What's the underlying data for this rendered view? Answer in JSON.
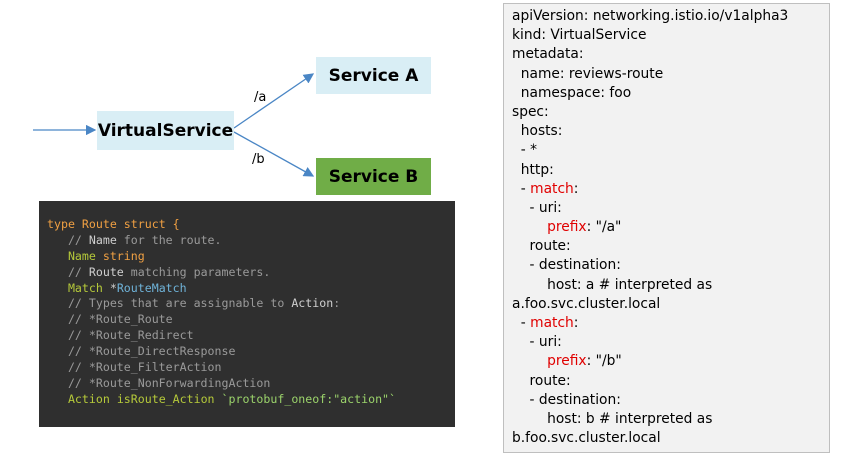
{
  "diagram": {
    "virtual_service": "VirtualService",
    "service_a": "Service A",
    "service_b": "Service B",
    "route_a_label": "/a",
    "route_b_label": "/b",
    "colors": {
      "light_box": "#d9eef5",
      "green_box": "#70ad47",
      "arrow": "#4a86c5"
    }
  },
  "code": {
    "lines": [
      [
        {
          "t": "type ",
          "c": "kw"
        },
        {
          "t": "Route ",
          "c": "ty"
        },
        {
          "t": "struct {",
          "c": "kw"
        }
      ],
      [
        {
          "t": "   // ",
          "c": "cm"
        },
        {
          "t": "Name",
          "c": "tx"
        },
        {
          "t": " for the route.",
          "c": "cm"
        }
      ],
      [
        {
          "t": "   Name ",
          "c": "fd"
        },
        {
          "t": "string",
          "c": "ty"
        }
      ],
      [
        {
          "t": "   // ",
          "c": "cm"
        },
        {
          "t": "Route",
          "c": "tx"
        },
        {
          "t": " matching parameters.",
          "c": "cm"
        }
      ],
      [
        {
          "t": "   Match ",
          "c": "fd"
        },
        {
          "t": "*",
          "c": "tx"
        },
        {
          "t": "RouteMatch",
          "c": "ref"
        }
      ],
      [
        {
          "t": "   // Types that are assignable to ",
          "c": "cm"
        },
        {
          "t": "Action",
          "c": "tx"
        },
        {
          "t": ":",
          "c": "cm"
        }
      ],
      [
        {
          "t": "   // *Route_Route",
          "c": "cm"
        }
      ],
      [
        {
          "t": "   // *Route_Redirect",
          "c": "cm"
        }
      ],
      [
        {
          "t": "   // *Route_DirectResponse",
          "c": "cm"
        }
      ],
      [
        {
          "t": "   // *Route_FilterAction",
          "c": "cm"
        }
      ],
      [
        {
          "t": "   // *Route_NonForwardingAction",
          "c": "cm"
        }
      ],
      [
        {
          "t": "   Action ",
          "c": "fd"
        },
        {
          "t": "isRoute_Action ",
          "c": "fd"
        },
        {
          "t": "`protobuf_oneof:\"action\"`",
          "c": "tg"
        }
      ]
    ]
  },
  "yaml": {
    "lines": [
      [
        {
          "t": "apiVersion: networking.istio.io/v1alpha3"
        }
      ],
      [
        {
          "t": "kind: VirtualService"
        }
      ],
      [
        {
          "t": "metadata:"
        }
      ],
      [
        {
          "t": "  name: reviews-route"
        }
      ],
      [
        {
          "t": "  namespace: foo"
        }
      ],
      [
        {
          "t": "spec:"
        }
      ],
      [
        {
          "t": "  hosts:"
        }
      ],
      [
        {
          "t": "  - *"
        }
      ],
      [
        {
          "t": "  http:"
        }
      ],
      [
        {
          "t": "  - "
        },
        {
          "t": "match",
          "c": "red"
        },
        {
          "t": ":"
        }
      ],
      [
        {
          "t": "    - uri:"
        }
      ],
      [
        {
          "t": "        "
        },
        {
          "t": "prefix",
          "c": "red"
        },
        {
          "t": ": \"/a\""
        }
      ],
      [
        {
          "t": "    route:"
        }
      ],
      [
        {
          "t": "    - destination:"
        }
      ],
      [
        {
          "t": "        host: a # interpreted as"
        }
      ],
      [
        {
          "t": "a.foo.svc.cluster.local"
        }
      ],
      [
        {
          "t": "  - "
        },
        {
          "t": "match",
          "c": "red"
        },
        {
          "t": ":"
        }
      ],
      [
        {
          "t": "    - uri:"
        }
      ],
      [
        {
          "t": "        "
        },
        {
          "t": "prefix",
          "c": "red"
        },
        {
          "t": ": \"/b\""
        }
      ],
      [
        {
          "t": "    route:"
        }
      ],
      [
        {
          "t": "    - destination:"
        }
      ],
      [
        {
          "t": "        host: b # interpreted as"
        }
      ],
      [
        {
          "t": "b.foo.svc.cluster.local"
        }
      ]
    ]
  }
}
